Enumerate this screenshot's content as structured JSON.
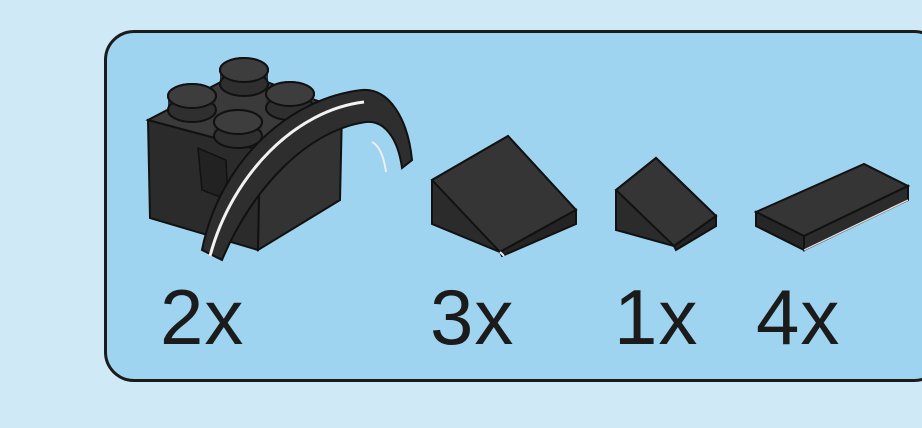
{
  "parts": [
    {
      "id": "brick-2x2-mudguard-arch",
      "quantity": "2x"
    },
    {
      "id": "slope-2x2",
      "quantity": "3x"
    },
    {
      "id": "slope-1x1",
      "quantity": "1x"
    },
    {
      "id": "tile-1x2",
      "quantity": "4x"
    }
  ],
  "colors": {
    "background": "#cfe9f7",
    "panel": "#9fd4f0",
    "piece": "#2b2b2b",
    "outline": "#1b1b1b"
  }
}
